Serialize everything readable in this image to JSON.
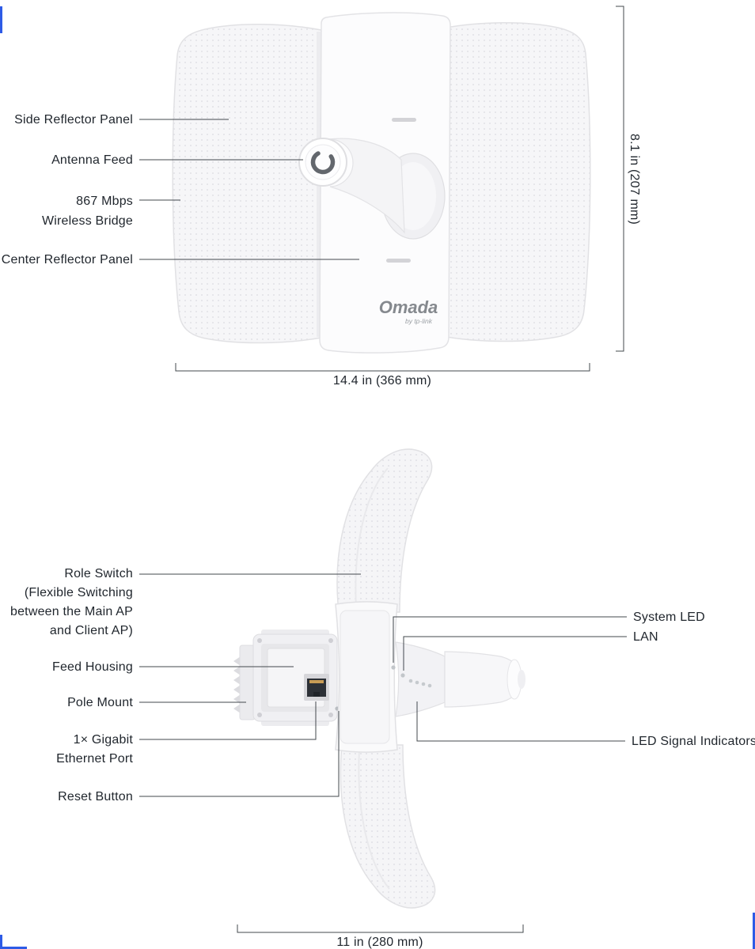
{
  "page": {
    "background": "#ffffff",
    "accent_blue": "#2e5be6",
    "text_color": "#1f252c",
    "leader_line_color": "#43484e"
  },
  "brand": {
    "name": "Omada",
    "byline": "by tp-link"
  },
  "front_view": {
    "labels": {
      "side_reflector": "Side Reflector Panel",
      "antenna_feed": "Antenna Feed",
      "bridge_line1": "867 Mbps",
      "bridge_line2": "Wireless Bridge",
      "center_reflector": "Center Reflector Panel"
    },
    "dimensions": {
      "height": "8.1 in (207 mm)",
      "width": "14.4 in (366 mm)"
    }
  },
  "top_view": {
    "labels_left": {
      "role_switch_l1": "Role Switch",
      "role_switch_l2": "(Flexible Switching",
      "role_switch_l3": "between the Main AP",
      "role_switch_l4": "and Client AP)",
      "feed_housing": "Feed Housing",
      "pole_mount": "Pole Mount",
      "gigabit_l1": "1× Gigabit",
      "gigabit_l2": "Ethernet Port",
      "reset_button": "Reset Button"
    },
    "labels_right": {
      "system_led": "System LED",
      "lan": "LAN",
      "led_signal": "LED Signal Indicators"
    },
    "dimensions": {
      "width": "11 in (280 mm)"
    }
  }
}
